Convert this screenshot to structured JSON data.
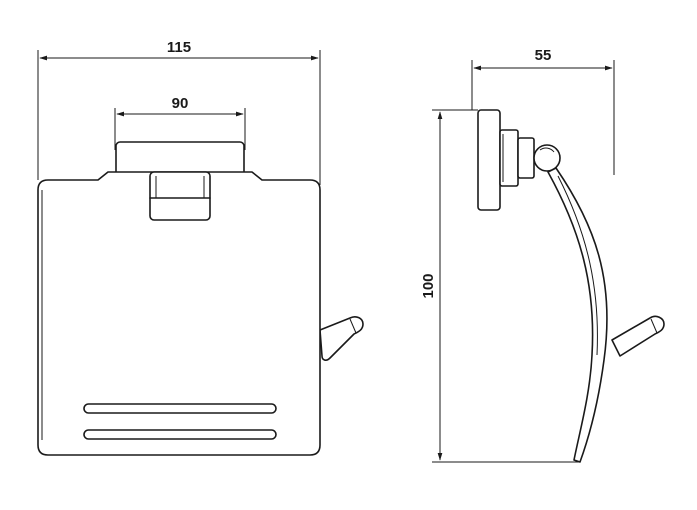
{
  "dimensions": {
    "front_total_width": "115",
    "front_mount_width": "90",
    "side_depth": "55",
    "side_height": "100"
  }
}
